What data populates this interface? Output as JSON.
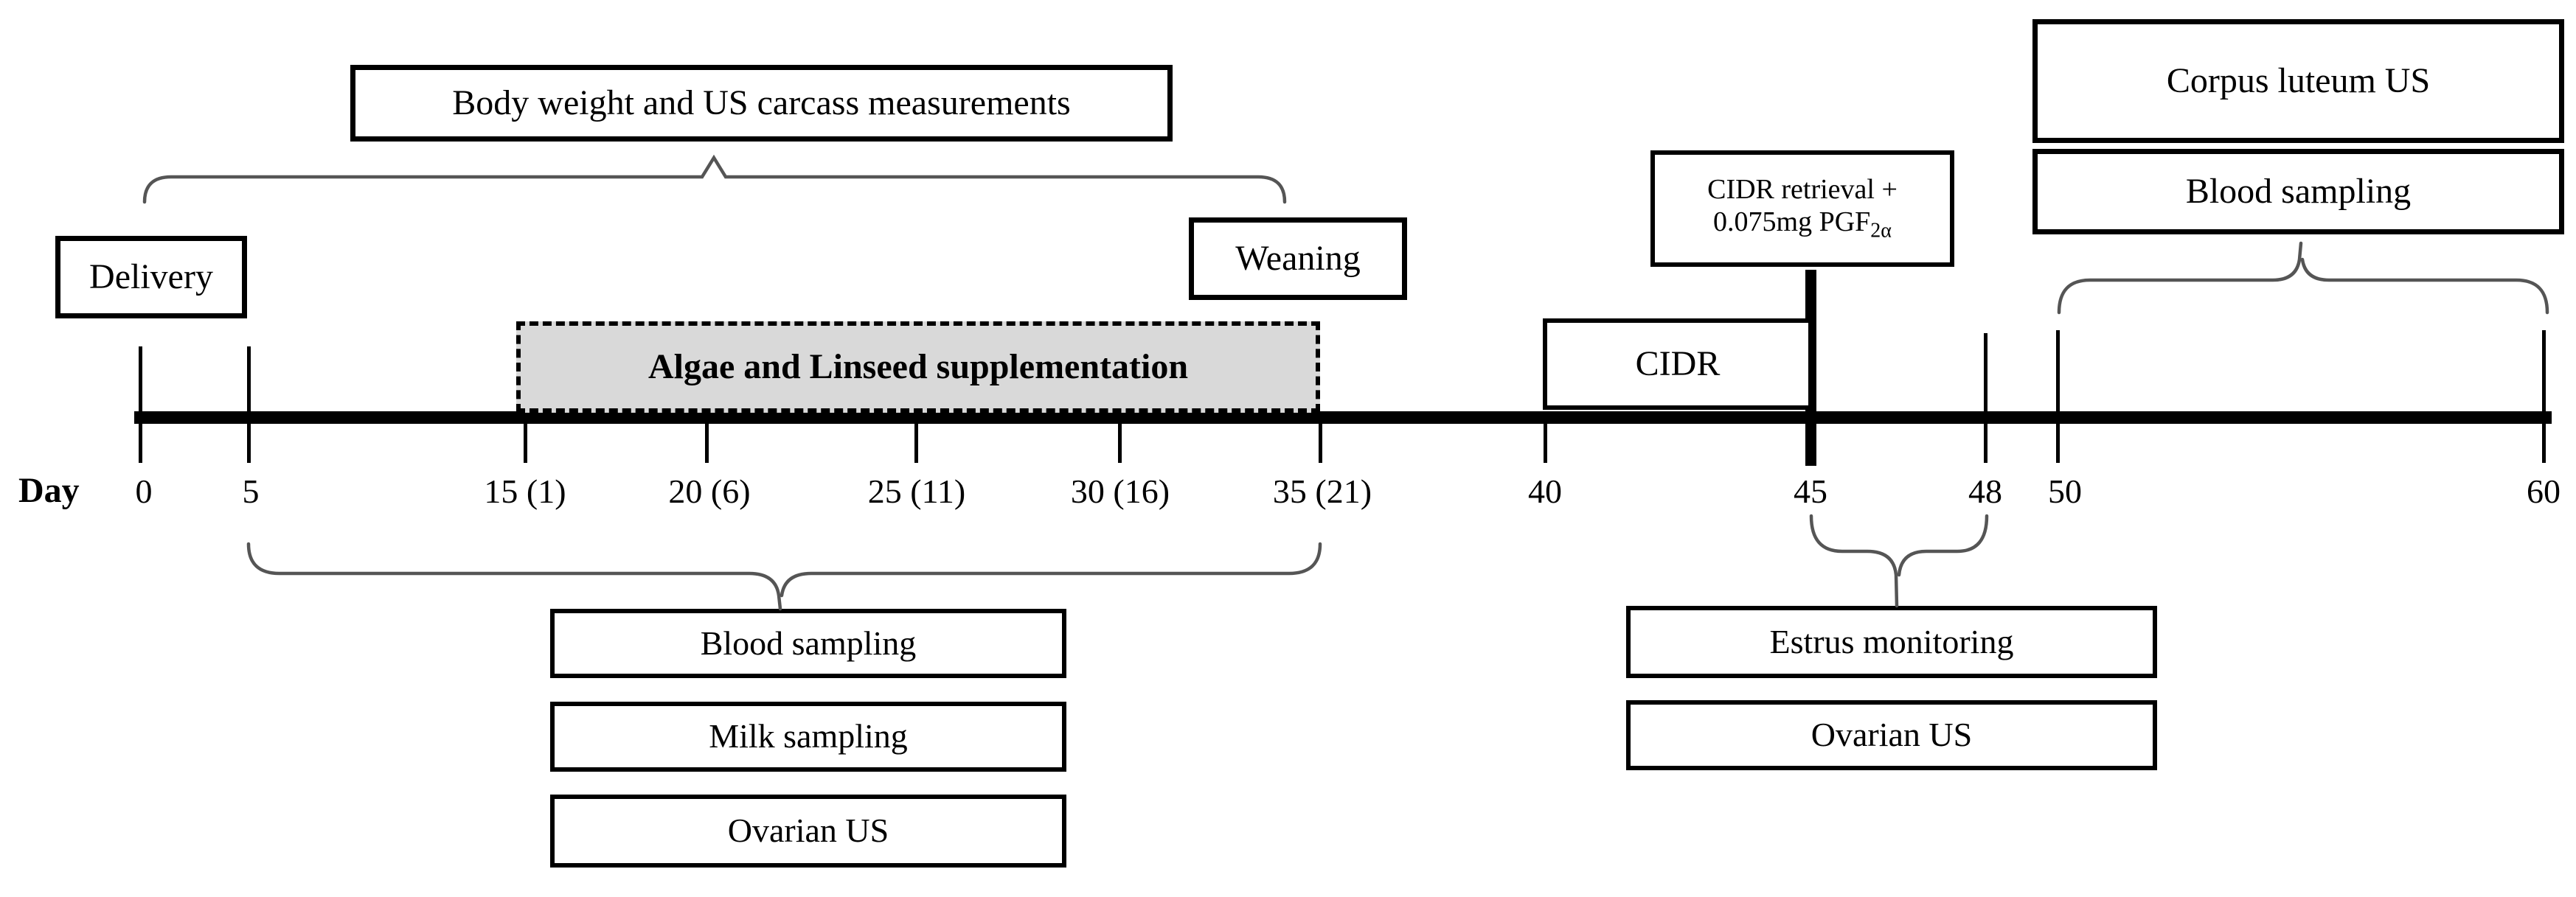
{
  "diagram": {
    "axis": {
      "label": "Day",
      "days": [
        "0",
        "5",
        "15 (1)",
        "20 (6)",
        "25 (11)",
        "30 (16)",
        "35 (21)",
        "40",
        "45",
        "48",
        "50",
        "60"
      ]
    },
    "boxes": {
      "body_weight": "Body weight and US carcass measurements",
      "delivery": "Delivery",
      "weaning": "Weaning",
      "algae": "Algae and Linseed supplementation",
      "cidr": "CIDR",
      "cidr_retrieval_line1": "CIDR retrieval +",
      "cidr_retrieval_line2": "0.075mg PGF",
      "cidr_retrieval_sub": "2α",
      "corpus_luteum": "Corpus luteum US",
      "blood_sampling_top": "Blood sampling",
      "blood_sampling_left": "Blood sampling",
      "milk_sampling": "Milk sampling",
      "ovarian_us_left": "Ovarian US",
      "estrus_monitoring": "Estrus monitoring",
      "ovarian_us_right": "Ovarian US"
    },
    "colors": {
      "algae_fill": "#d9d9d9",
      "line": "#000000",
      "brace": "#555555"
    }
  }
}
